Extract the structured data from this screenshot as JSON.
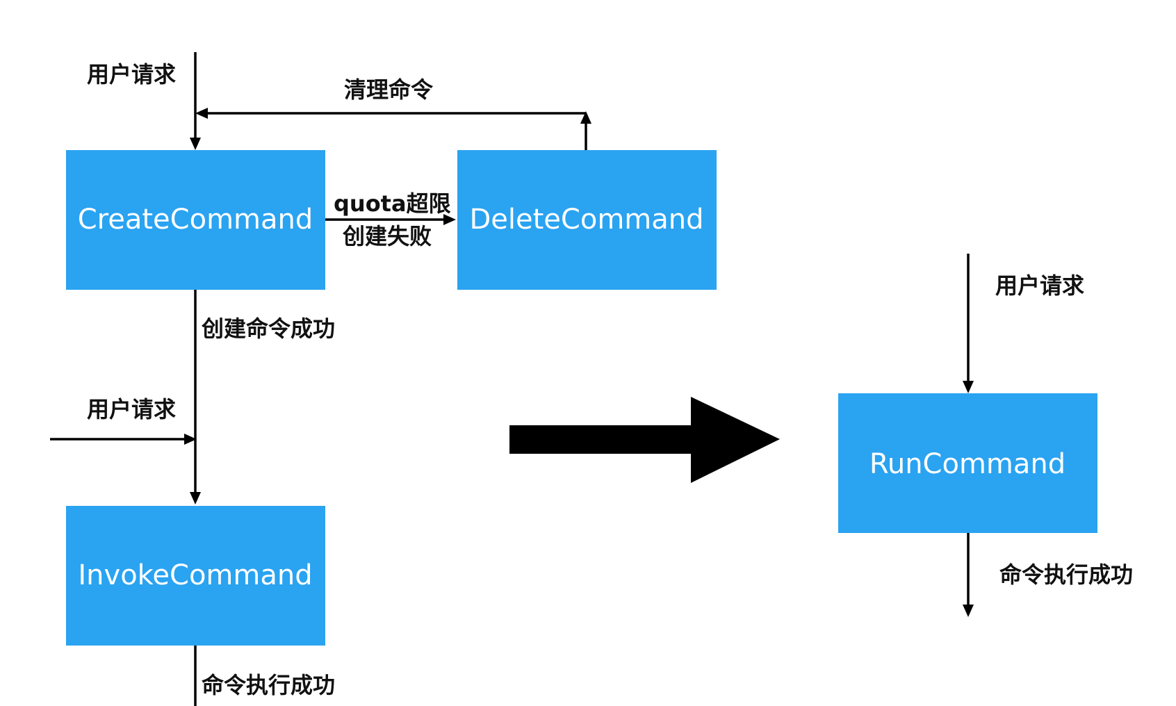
{
  "colors": {
    "node_fill": "#2aa3f1",
    "node_text": "#ffffff",
    "line": "#000000",
    "label": "#111111",
    "background": "#ffffff"
  },
  "nodes": {
    "create": "CreateCommand",
    "delete": "DeleteCommand",
    "invoke": "InvokeCommand",
    "run": "RunCommand"
  },
  "labels": {
    "user_request_top": "用户请求",
    "cleanup_command": "清理命令",
    "quota_exceeded": "quota超限",
    "create_failed": "创建失败",
    "create_success": "创建命令成功",
    "user_request_middle": "用户请求",
    "invoke_exec_success": "命令执行成功",
    "user_request_right": "用户请求",
    "run_exec_success": "命令执行成功"
  }
}
